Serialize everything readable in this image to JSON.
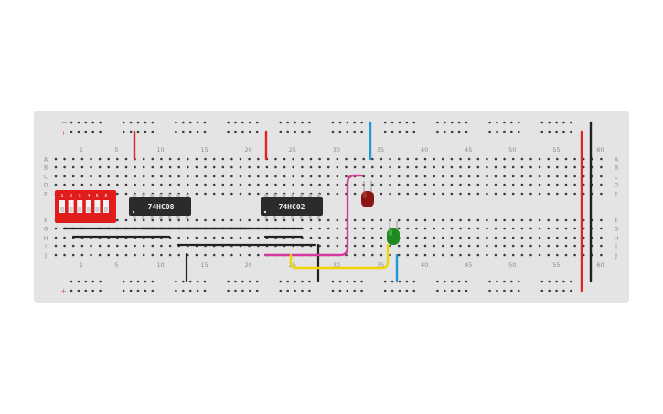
{
  "board": {
    "column_numbers": [
      "1",
      "5",
      "10",
      "15",
      "20",
      "25",
      "30",
      "35",
      "40",
      "45",
      "50",
      "55",
      "60"
    ],
    "row_letters_top": [
      "A",
      "B",
      "C",
      "D",
      "E"
    ],
    "row_letters_bottom": [
      "F",
      "G",
      "H",
      "I",
      "J"
    ],
    "rail_minus": "−",
    "rail_plus": "+"
  },
  "components": {
    "chip1_label": "74HC08",
    "chip2_label": "74HC02",
    "dip_switch_numbers": [
      "1",
      "2",
      "3",
      "4",
      "5",
      "6"
    ],
    "led_red_color": "#8b1414",
    "led_green_color": "#1f8a1f"
  },
  "colors": {
    "board": "#e4e4e4",
    "wire_red": "#e52222",
    "wire_black": "#222222",
    "wire_blue": "#1a9bd7",
    "wire_pink": "#d43a9c",
    "wire_yellow": "#f2d400"
  }
}
